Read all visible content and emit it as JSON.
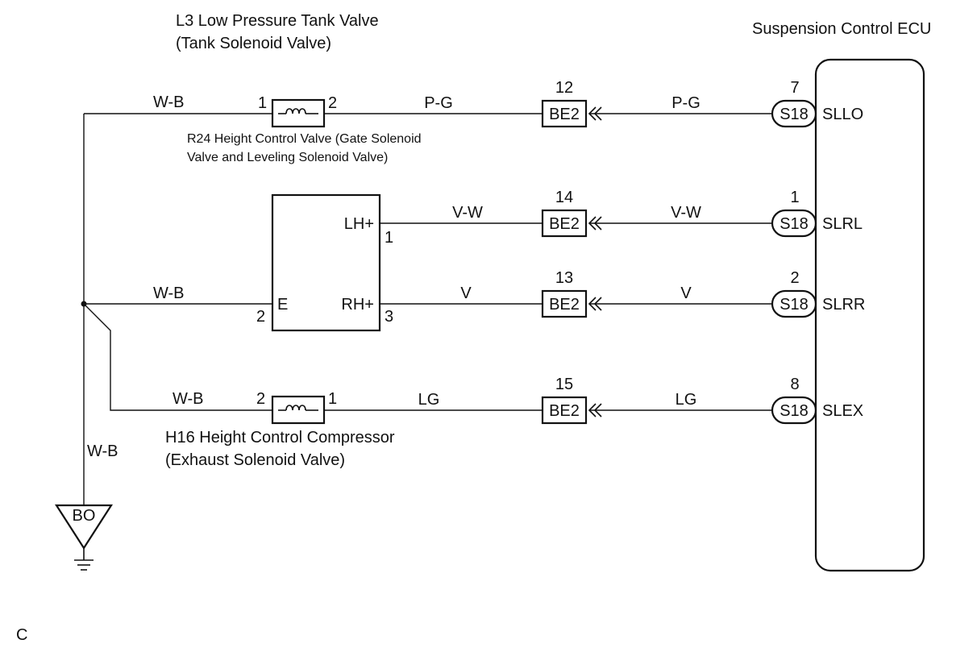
{
  "components": {
    "l3_line1": "L3 Low Pressure Tank Valve",
    "l3_line2": "(Tank Solenoid Valve)",
    "r24_line1": "R24 Height Control Valve (Gate Solenoid",
    "r24_line2": "Valve and Leveling Solenoid Valve)",
    "h16_line1": "H16 Height Control Compressor",
    "h16_line2": "(Exhaust Solenoid Valve)",
    "ecu_title": "Suspension Control ECU"
  },
  "ground": {
    "label": "BO",
    "wire_color": "W-B"
  },
  "left_wires": {
    "top": "W-B",
    "mid": "W-B",
    "bottom": "W-B"
  },
  "valve_pins": {
    "l3_pin1": "1",
    "l3_pin2": "2",
    "h16_pin2": "2",
    "h16_pin1": "1",
    "r24_pin_lh": "1",
    "r24_pin_e": "2",
    "r24_pin_rh": "3",
    "r24_label_lh": "LH+",
    "r24_label_e": "E",
    "r24_label_rh": "RH+"
  },
  "rows": [
    {
      "left_color": "P-G",
      "connector_pin": "12",
      "connector": "BE2",
      "right_color": "P-G",
      "ecu_pin": "7",
      "ecu_connector": "S18",
      "terminal": "SLLO"
    },
    {
      "left_color": "V-W",
      "connector_pin": "14",
      "connector": "BE2",
      "right_color": "V-W",
      "ecu_pin": "1",
      "ecu_connector": "S18",
      "terminal": "SLRL"
    },
    {
      "left_color": "V",
      "connector_pin": "13",
      "connector": "BE2",
      "right_color": "V",
      "ecu_pin": "2",
      "ecu_connector": "S18",
      "terminal": "SLRR"
    },
    {
      "left_color": "LG",
      "connector_pin": "15",
      "connector": "BE2",
      "right_color": "LG",
      "ecu_pin": "8",
      "ecu_connector": "S18",
      "terminal": "SLEX"
    }
  ],
  "footer_mark": "C"
}
